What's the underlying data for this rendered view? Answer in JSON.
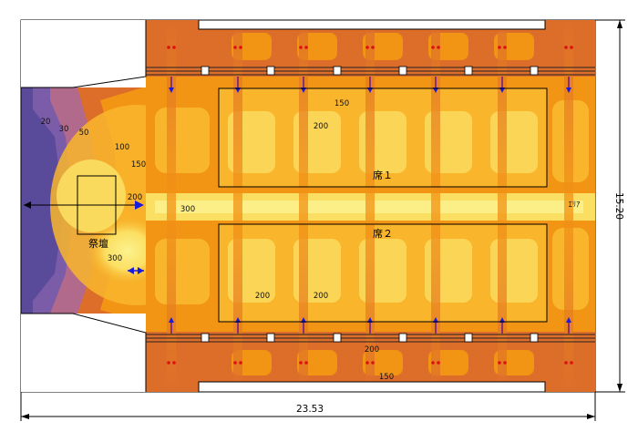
{
  "areas": {
    "seat1": "席１",
    "seat2": "席２",
    "altar": "祭壇",
    "area": "ｴﾘｱ"
  },
  "dimensions": {
    "width": "23.53",
    "height": "15.20"
  },
  "contour_labels": {
    "l20": "20",
    "l30": "30",
    "l50": "50",
    "l100": "100",
    "l150_left": "150",
    "l200_left": "200",
    "l300_aisle": "300",
    "l300_altar": "300",
    "l150_top": "150",
    "l200_seat1": "200",
    "l200_seat2a": "200",
    "l200_seat2b": "200",
    "l200_bottom": "200",
    "l150_bottom": "150"
  },
  "colors": {
    "level_0": "#5a4a9a",
    "level_20": "#7a5ca8",
    "level_50": "#b26a8c",
    "level_100": "#dd6e2a",
    "level_150": "#f29414",
    "level_200": "#f9b62c",
    "level_300": "#fbdf62",
    "level_peak": "#fcf28e"
  }
}
